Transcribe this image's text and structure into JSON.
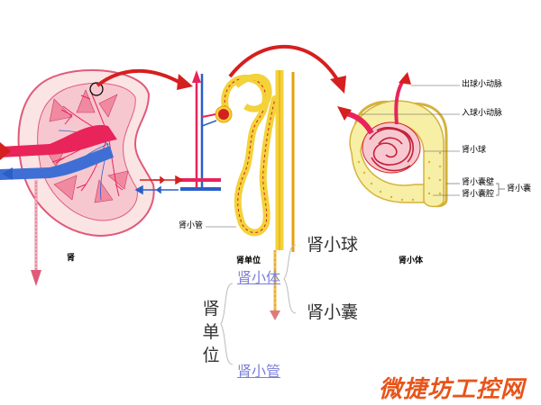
{
  "labels": {
    "kidney": "肾",
    "nephron": "肾单位",
    "renal_tubule_small": "肾小管",
    "renal_corpuscle": "肾小体",
    "efferent_arteriole": "出球小动脉",
    "afferent_arteriole": "入球小动脉",
    "glomerulus_small": "肾小球",
    "capsule_wall": "肾小囊壁",
    "capsule_cavity": "肾小囊腔",
    "capsule_small": "肾小囊"
  },
  "tree": {
    "root": "肾单位",
    "branch_top": "肾小体",
    "branch_bottom": "肾小管",
    "sub_top": "肾小球",
    "sub_bottom": "肾小囊"
  },
  "watermark": "微捷坊工控网",
  "colors": {
    "artery": "#e8245a",
    "vein": "#2a5fc8",
    "tubule": "#f3d23a",
    "capsule_fill": "#f7efa6",
    "arrow": "#d61f1f",
    "link": "#7b7fd8"
  }
}
